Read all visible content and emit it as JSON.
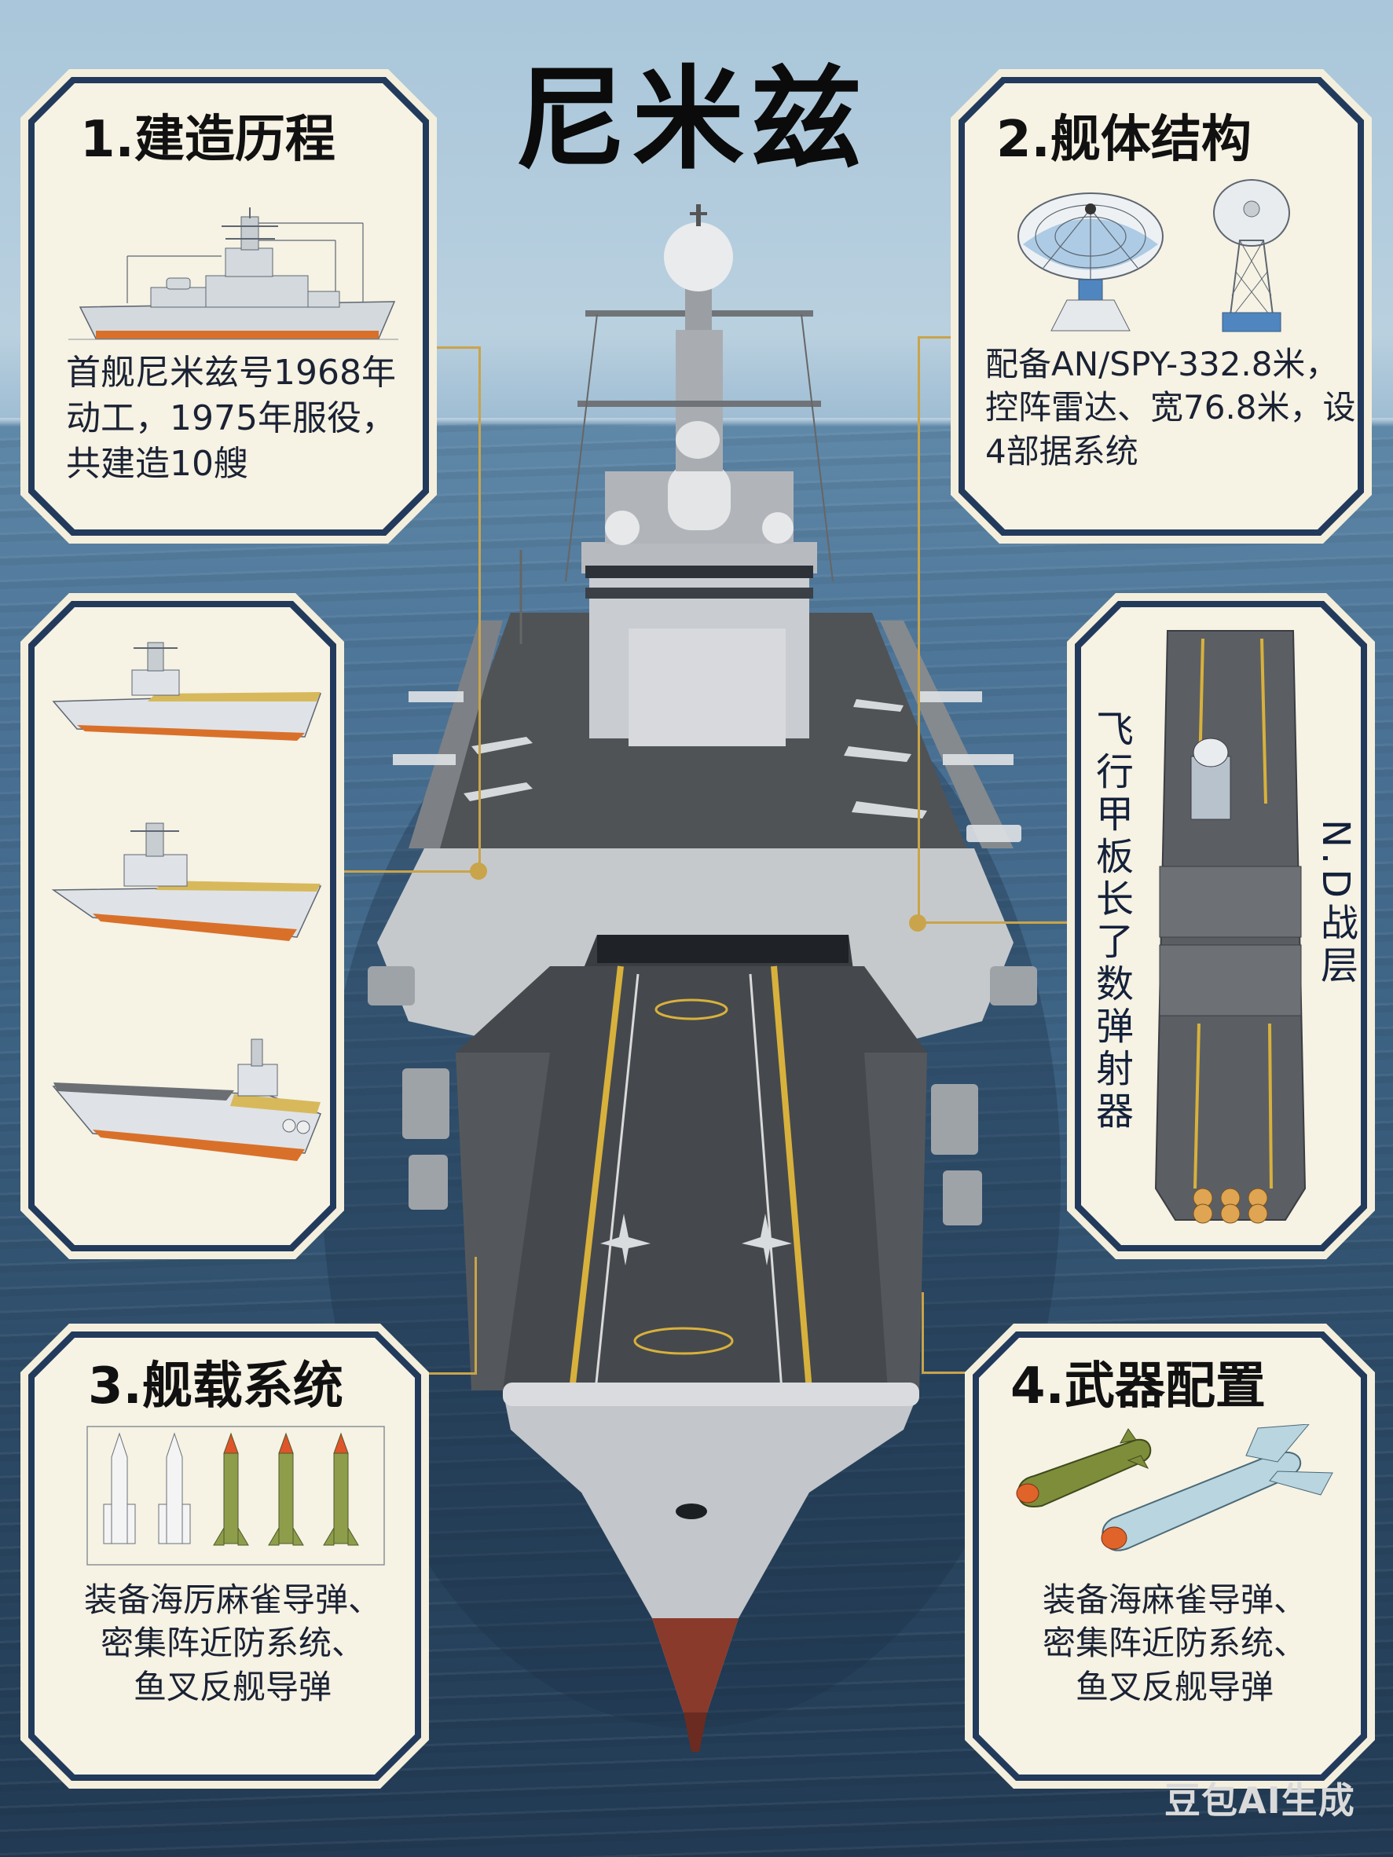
{
  "page": {
    "title": "尼米兹",
    "watermark": "豆包AI生成",
    "colors": {
      "sky": "#b9d0df",
      "sea": "#3d6384",
      "panel_bg": "#f6f2e4",
      "panel_border": "#223a5c",
      "connector": "#c9a44a",
      "hull_stripe": "#d9702a"
    }
  },
  "panels": {
    "construction": {
      "title": "1.建造历程",
      "illustration": "side-view-warship-diagram",
      "text_lines": [
        "首舰尼米兹号1968年",
        "动工，1975年服役，",
        "共建造10艘"
      ]
    },
    "hull_structure": {
      "title": "2.舰体结构",
      "illustrations": [
        "radar-dish",
        "lattice-tower-radar"
      ],
      "text_lines": [
        "配备AN/SPY-332.8米，",
        "控阵雷达、宽76.8米，设",
        "4部据系统"
      ]
    },
    "carrier_variants": {
      "illustrations": [
        "carrier-side-view-1",
        "carrier-side-view-2",
        "carrier-side-view-3"
      ]
    },
    "flight_deck": {
      "illustration": "carrier-top-view",
      "left_label": "飞行甲板长了数弹射器",
      "right_label": "N.D战层"
    },
    "onboard_systems": {
      "title": "3.舰载系统",
      "illustration": "missile-row",
      "missiles": [
        "white-missile",
        "white-missile",
        "green-missile",
        "green-missile",
        "green-missile"
      ],
      "text_lines": [
        "装备海厉麻雀导弹、",
        "密集阵近防系统、",
        "鱼叉反舰导弹"
      ]
    },
    "weapons": {
      "title": "4.武器配置",
      "illustrations": [
        "green-bomb",
        "light-blue-missile"
      ],
      "text_lines": [
        "装备海麻雀导弹、",
        "密集阵近防系统、",
        "鱼叉反舰导弹"
      ]
    }
  }
}
